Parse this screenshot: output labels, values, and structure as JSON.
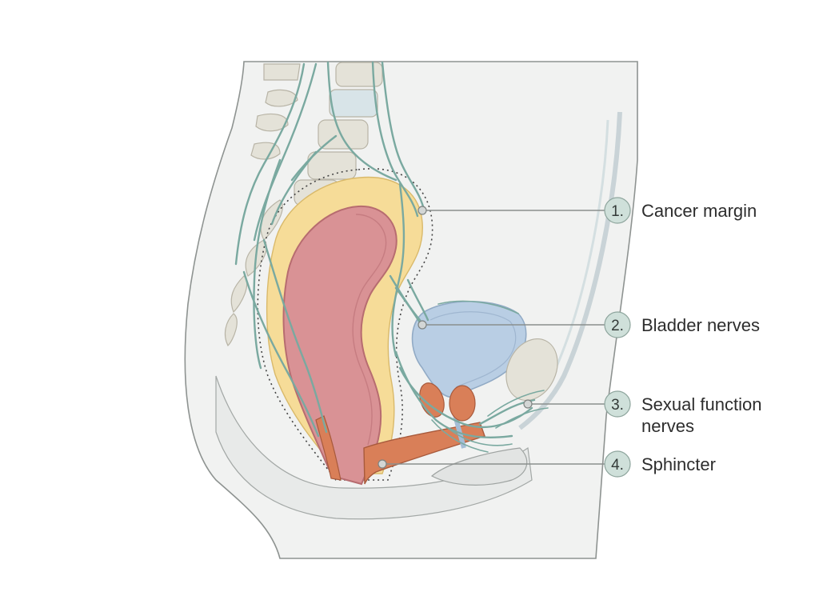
{
  "labels": [
    {
      "number": "1.",
      "text": "Cancer margin"
    },
    {
      "number": "2.",
      "text": "Bladder nerves"
    },
    {
      "number": "3.",
      "text": "Sexual function",
      "text2": "nerves"
    },
    {
      "number": "4.",
      "text": "Sphincter"
    }
  ],
  "colors": {
    "body": "#f0f1f0",
    "outline": "#8e9391",
    "bone": "#e4e2d8",
    "mesorectum_fat": "#f6dc98",
    "rectum": "#d99295",
    "bladder": "#b7cde4",
    "muscle": "#d97f58",
    "nerve": "#7aa9a0",
    "badge": "#cfe0da"
  }
}
